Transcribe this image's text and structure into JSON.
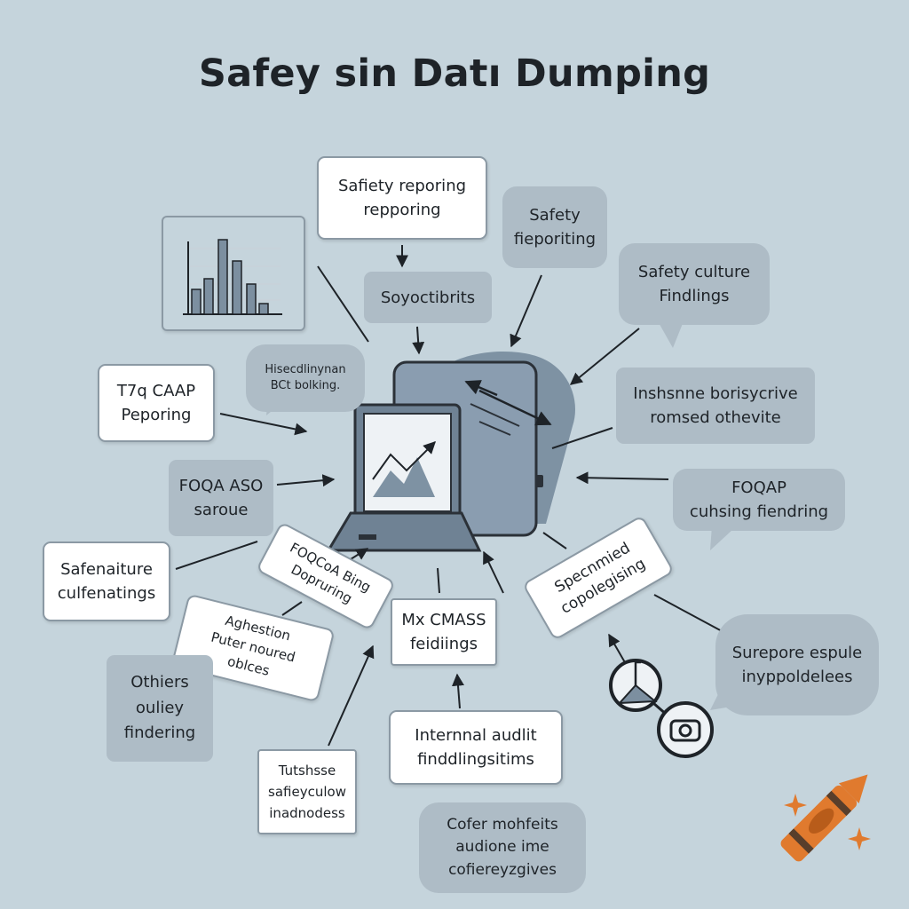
{
  "title": "Safey sin Datı Dumping",
  "nodes": {
    "n1": [
      "Safiety reporing",
      "repporing"
    ],
    "n2": [
      "Safety",
      "fieporiting"
    ],
    "n3": [
      "Soyoctibrits"
    ],
    "n4": [
      "Safety culture",
      "Findlings"
    ],
    "n5": [
      "Hisecdlinynan",
      "BCt bolking."
    ],
    "n6": [
      "T7q CAAP",
      "Peporing"
    ],
    "n7": [
      "Inshsnne borisycrive",
      "romsed othevite"
    ],
    "n8": [
      "FOQA ASO",
      "saroue"
    ],
    "n9": [
      "FOQAP",
      "cuhsing fiendring"
    ],
    "n10": [
      "Safenaiture",
      "culfenatings"
    ],
    "n11": [
      "FOQCoA Bing",
      "Dopruring"
    ],
    "n12": [
      "Specnmied",
      "copolegising"
    ],
    "n13": [
      "Aghestion",
      "Puter noured",
      "oblces"
    ],
    "n14": [
      "Mx CMASS",
      "feidiings"
    ],
    "n15": [
      "Surepore espule",
      "inyppoldelees"
    ],
    "n16": [
      "Othiers",
      "ouliey",
      "findering"
    ],
    "n17": [
      "Internnal audlit",
      "finddlingsitims"
    ],
    "n18": [
      "Tutshsse",
      "safieyculow",
      "inadnodess"
    ],
    "n19": [
      "Cofer mohfeits",
      "audione ime",
      "cofiereyzgives"
    ]
  }
}
